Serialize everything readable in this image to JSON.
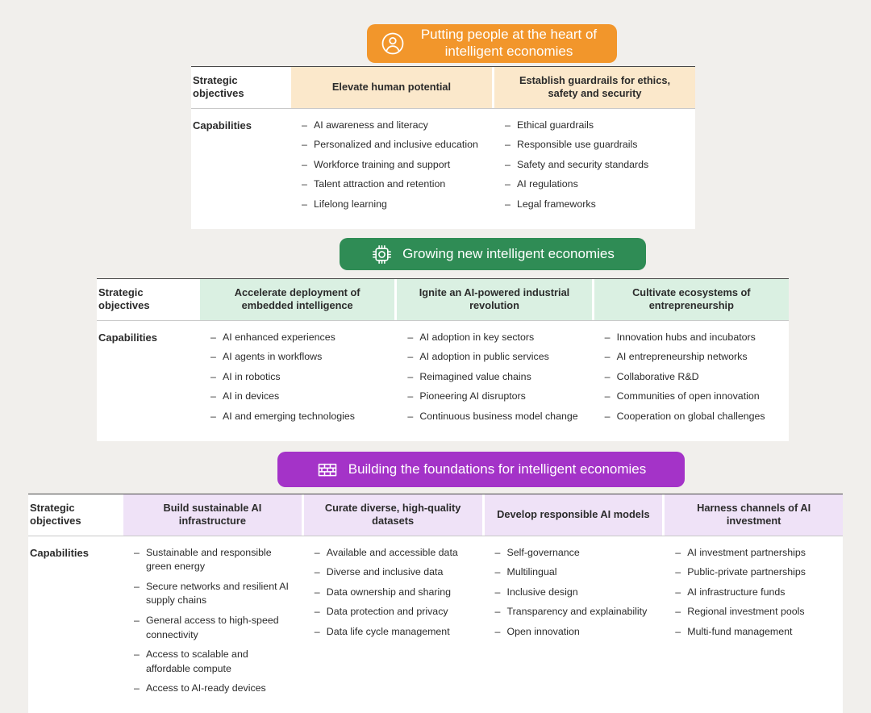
{
  "page": {
    "background_color": "#f1efec"
  },
  "labels": {
    "strategic_objectives": "Strategic objectives",
    "capabilities": "Capabilities"
  },
  "sections": [
    {
      "title": "Putting people at the heart of intelligent economies",
      "icon": "person-icon",
      "banner_color": "#f2962b",
      "header_bg_color": "#fbe8cb",
      "columns": [
        {
          "header": "Elevate human potential",
          "items": [
            "AI awareness and literacy",
            "Personalized and inclusive education",
            "Workforce training and support",
            "Talent attraction and retention",
            "Lifelong learning"
          ]
        },
        {
          "header": "Establish guardrails for ethics, safety and security",
          "items": [
            "Ethical guardrails",
            "Responsible use guardrails",
            "Safety and security standards",
            "AI regulations",
            "Legal frameworks"
          ]
        }
      ]
    },
    {
      "title": "Growing new intelligent economies",
      "icon": "chip-icon",
      "banner_color": "#2f8c55",
      "header_bg_color": "#daf0e2",
      "columns": [
        {
          "header": "Accelerate deployment of embedded intelligence",
          "items": [
            "AI enhanced experiences",
            "AI agents in workflows",
            "AI in robotics",
            "AI in devices",
            "AI and emerging technologies"
          ]
        },
        {
          "header": "Ignite an AI-powered industrial revolution",
          "items": [
            "AI adoption in key sectors",
            "AI adoption in public services",
            "Reimagined value chains",
            "Pioneering AI disruptors",
            "Continuous business model change"
          ]
        },
        {
          "header": "Cultivate ecosystems of entrepreneurship",
          "items": [
            "Innovation hubs and incubators",
            "AI entrepreneurship networks",
            "Collaborative R&D",
            "Communities of open innovation",
            "Cooperation on global challenges"
          ]
        }
      ]
    },
    {
      "title": "Building the foundations for intelligent economies",
      "icon": "bricks-icon",
      "banner_color": "#a433c8",
      "header_bg_color": "#efe2f7",
      "columns": [
        {
          "header": "Build sustainable AI infrastructure",
          "items": [
            "Sustainable and responsible green energy",
            "Secure networks and resilient AI supply chains",
            "General access to high-speed connectivity",
            "Access to scalable and affordable compute",
            "Access to AI-ready devices"
          ]
        },
        {
          "header": "Curate diverse, high-quality datasets",
          "items": [
            "Available and accessible data",
            "Diverse and inclusive data",
            "Data ownership and sharing",
            "Data protection and privacy",
            "Data life cycle management"
          ]
        },
        {
          "header": "Develop responsible AI models",
          "items": [
            "Self-governance",
            "Multilingual",
            "Inclusive design",
            "Transparency and explainability",
            "Open innovation"
          ]
        },
        {
          "header": "Harness channels of AI investment",
          "items": [
            "AI investment partnerships",
            "Public-private partnerships",
            "AI infrastructure funds",
            "Regional investment pools",
            "Multi-fund management"
          ]
        }
      ]
    }
  ]
}
